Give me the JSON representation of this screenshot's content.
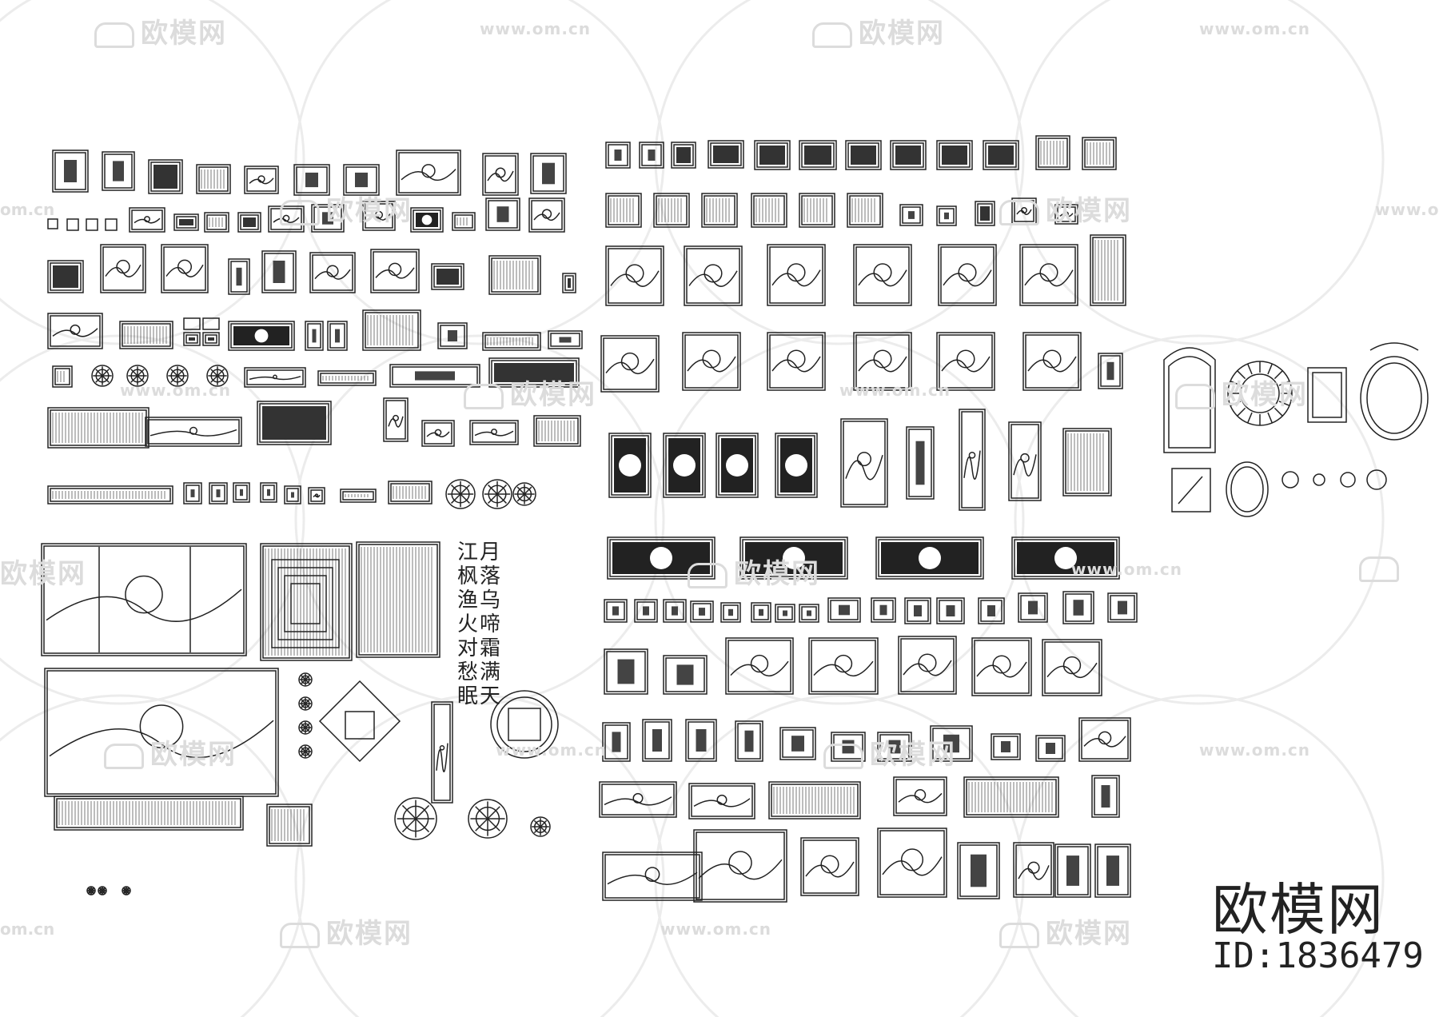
{
  "watermark": {
    "brand_cn": "欧模网",
    "url": "www.om.cn",
    "url_fragment": "om.cn"
  },
  "brand": {
    "name": "欧模网",
    "id_label": "ID:1836479"
  },
  "calligraphy": {
    "col1": "江枫渔火对愁眠",
    "col2": "月落乌啼霜满天"
  },
  "colors": {
    "line": "#222222",
    "watermark": "#dcdcdc",
    "background": "#ffffff"
  }
}
